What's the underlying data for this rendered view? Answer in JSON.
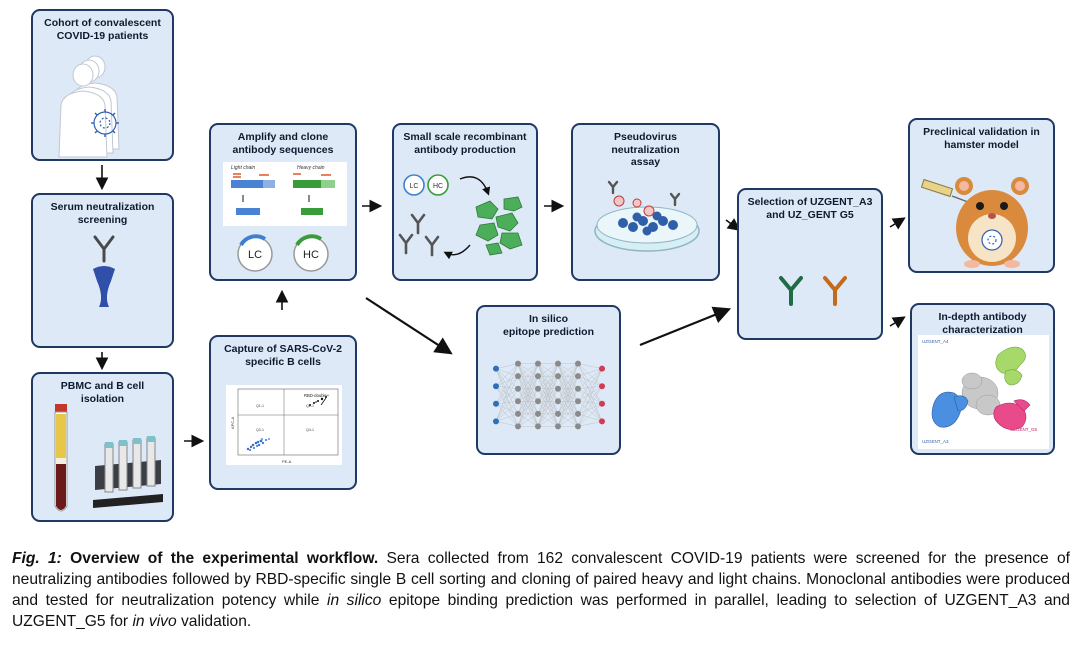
{
  "diagram": {
    "boxes": {
      "cohort": "Cohort of convalescent\nCOVID-19 patients",
      "serum": "Serum neutralization\nscreening",
      "pbmc": "PBMC and B cell\nisolation",
      "amplify": "Amplify and clone\nantibody sequences",
      "capture": "Capture of SARS-CoV-2\nspecific B cells",
      "small_scale": "Small scale recombinant\nantibody production",
      "pseudovirus": "Pseudovirus neutralization\nassay",
      "in_silico": "In silico\nepitope prediction",
      "selection": "Selection of UZGENT_A3\nand UZ_GENT G5",
      "preclinical": "Preclinical validation in\nhamster model",
      "indepth": "In-depth antibody\ncharacterization"
    },
    "amplify_panel": {
      "light_chain": "Light chain",
      "heavy_chain": "Heavy chain",
      "lc": "LC",
      "hc": "HC"
    },
    "small_scale_panel": {
      "lc": "LC",
      "hc": "HC"
    },
    "capture_panel": {
      "rbd_label": "RBD-double+",
      "q1": "Q1-1",
      "q2": "Q2-1",
      "q3": "Q3-1",
      "q4": "Q4-1",
      "x_axis": "PE-A",
      "y_axis": "APC-A"
    },
    "indepth_panel": {
      "label_a4": "UZGENT_A4",
      "label_a3": "UZGENT_A3",
      "label_g5": "UZGENT_G5"
    }
  },
  "caption": {
    "fig_label": "Fig. 1:",
    "title": "Overview of the experimental workflow.",
    "seg1": "Sera collected from 162 convalescent COVID-19 patients were screened for the presence of neutralizing antibodies followed by RBD-specific single B cell sorting and cloning of paired heavy and light chains. Monoclonal antibodies were produced and tested for neutralization potency while",
    "in_silico": "in silico",
    "seg2": "epitope binding prediction was performed in parallel, leading to selection of UZGENT_A3 and UZGENT_G5 for",
    "in_vivo": "in vivo",
    "seg3": "validation."
  },
  "colors": {
    "box_fill": "#dde9f7",
    "box_border": "#1f3864",
    "antibody_green": "#1e6b45",
    "antibody_orange": "#c46a1b",
    "heavy_green": "#3a9b3a",
    "light_blue": "#3f7fd0"
  }
}
